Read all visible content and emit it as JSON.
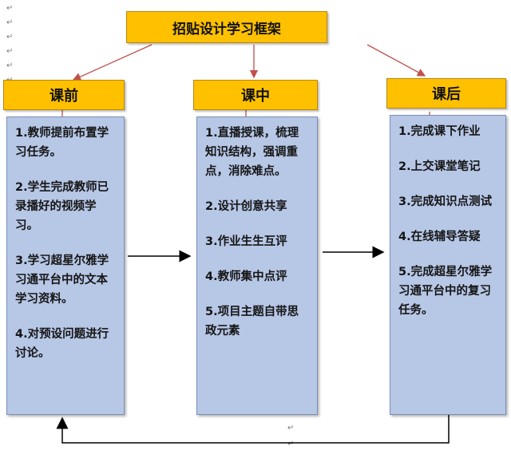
{
  "title": "招贴设计学习框架",
  "columns": [
    {
      "label": "课前",
      "items": [
        "1.教师提前布置学习任务。",
        "2.学生完成教师已录播好的视频学习。",
        "3.学习超星尔雅学习通平台中的文本学习资料。",
        "4.对预设问题进行讨论。"
      ]
    },
    {
      "label": "课中",
      "items": [
        "1.直播授课，梳理知识结构，强调重点，消除难点。",
        "2.设计创意共享",
        "3.作业生生互评",
        "4.教师集中点评",
        "5.项目主题自带思政元素"
      ]
    },
    {
      "label": "课后",
      "items": [
        "1.完成课下作业",
        "2.上交课堂笔记",
        "3.完成知识点测试",
        "4.在线辅导答疑",
        "5.完成超星尔雅学习通平台中的复习任务。"
      ]
    }
  ],
  "colors": {
    "header_fill": "#ffc000",
    "column_fill": "#b7c7e6",
    "connector_red": "#c0504d",
    "flow_arrow": "#000000"
  }
}
